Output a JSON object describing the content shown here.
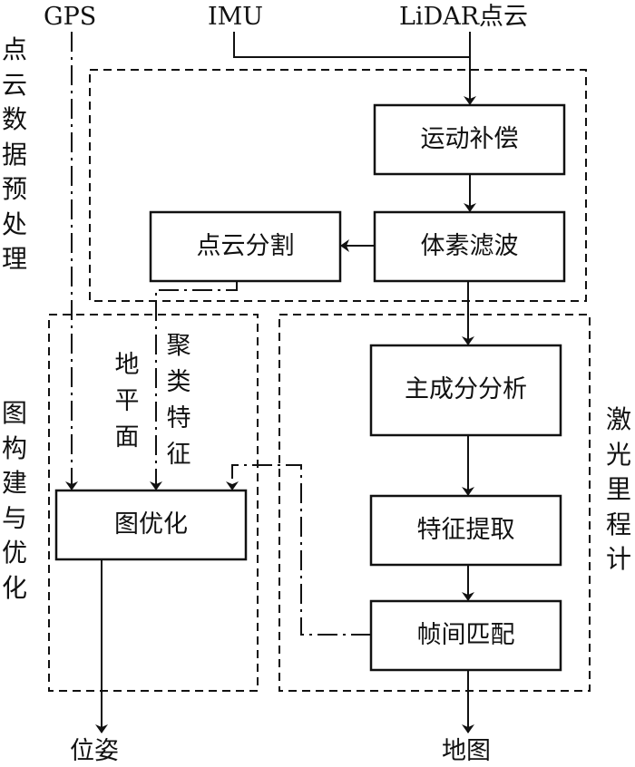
{
  "inputs": {
    "gps": "GPS",
    "imu": "IMU",
    "lidar": "LiDAR点云"
  },
  "groups": {
    "preprocess": "点云数据预处理",
    "graph": "图构建与优化",
    "odometry": "激光里程计"
  },
  "boxes": {
    "motion_comp": "运动补偿",
    "voxel_filter": "体素滤波",
    "segmentation": "点云分割",
    "pca": "主成分分析",
    "feature_extract": "特征提取",
    "frame_match": "帧间匹配",
    "graph_opt": "图优化"
  },
  "edge_labels": {
    "ground_plane": "地平面",
    "cluster_features": "聚类特征"
  },
  "outputs": {
    "pose": "位姿",
    "map": "地图"
  },
  "colors": {
    "line": "#111111",
    "background": "#ffffff"
  }
}
